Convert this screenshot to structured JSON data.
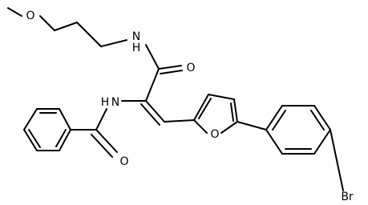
{
  "molecule": {
    "atoms": {
      "methoxy_o": "O",
      "amide_nh_top": "N",
      "amide_h_top": "H",
      "carbonyl_o_top": "O",
      "amide_nh_left": "H",
      "amide_n_left": "N",
      "benzoyl_o": "O",
      "furan_o": "O",
      "bromine": "Br"
    }
  },
  "colors": {
    "bond": "#000000",
    "label": "#000000",
    "background": "#ffffff"
  }
}
